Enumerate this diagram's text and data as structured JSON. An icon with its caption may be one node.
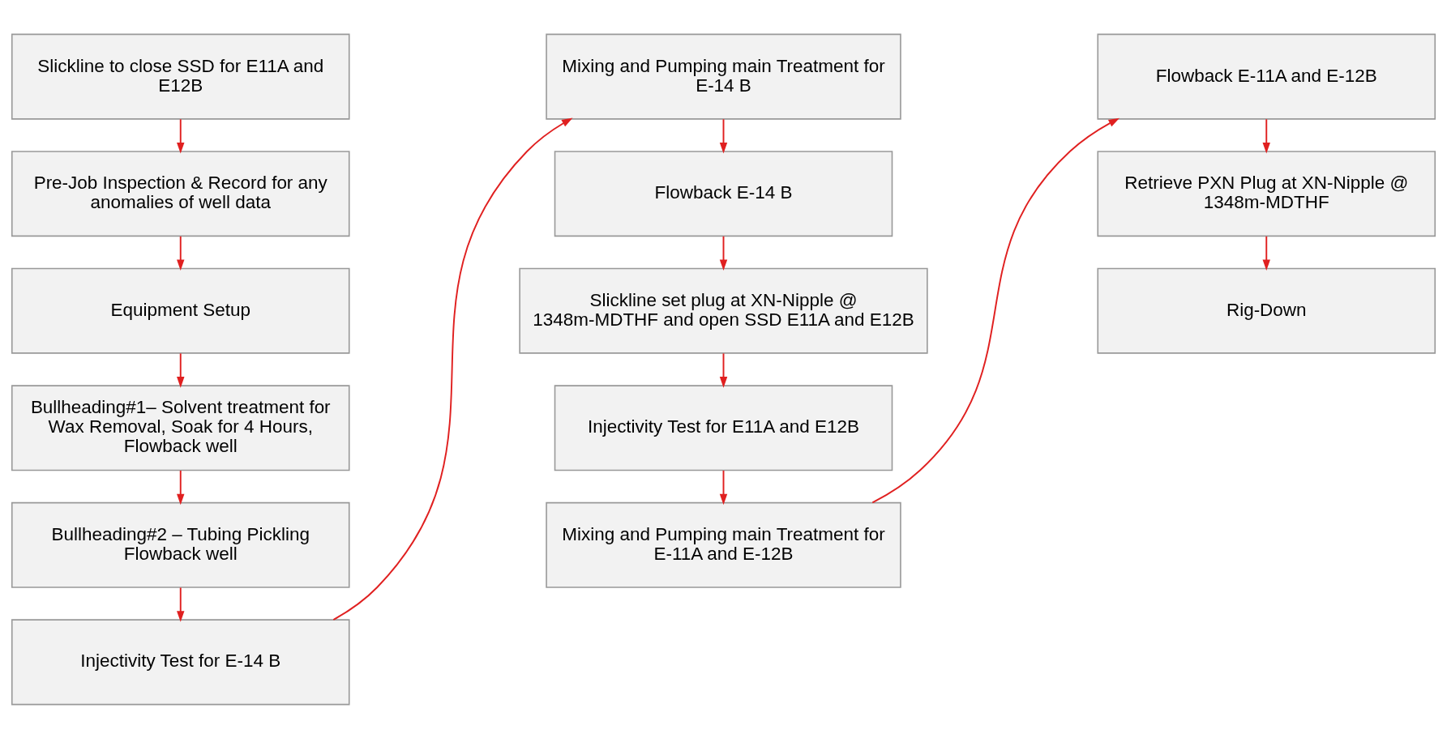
{
  "diagram": {
    "nodes": [
      {
        "text": [
          "Slickline to close SSD for E11A and E12B"
        ]
      },
      {
        "text": [
          "Pre-Job Inspection & Record for any anomalies of well data"
        ]
      },
      {
        "text": [
          "Equipment Setup"
        ]
      },
      {
        "text": [
          "Bullheading#1– Solvent treatment for Wax Removal, Soak for 4 Hours, Flowback well"
        ]
      },
      {
        "text": [
          "Bullheading#2 – Tubing Pickling Flowback well"
        ]
      },
      {
        "text": [
          "Injectivity Test for E-14 B"
        ]
      },
      {
        "text": [
          "Mixing and Pumping main Treatment for E-14 B"
        ]
      },
      {
        "text": [
          "Flowback E-14 B"
        ]
      },
      {
        "text": [
          "Slickline set plug at XN-Nipple @ 1348m-MDTHF and open SSD E11A and E12B"
        ]
      },
      {
        "text": [
          "Injectivity Test for E11A and E12B"
        ]
      },
      {
        "text": [
          "Mixing and Pumping main Treatment for E-11A and E-12B"
        ]
      },
      {
        "text": [
          "Flowback E-11A and E-12B"
        ]
      },
      {
        "text": [
          "Retrieve PXN Plug at XN-Nipple @ 1348m-MDTHF"
        ]
      },
      {
        "text": [
          "Rig-Down"
        ]
      }
    ],
    "edges": [
      {
        "from": 0,
        "to": 1,
        "arrow": "to"
      },
      {
        "from": 1,
        "to": 2,
        "arrow": "to"
      },
      {
        "from": 2,
        "to": 3,
        "arrow": "to"
      },
      {
        "from": 3,
        "to": 4,
        "arrow": "to"
      },
      {
        "from": 4,
        "to": 5,
        "arrow": "to"
      },
      {
        "from": 5,
        "to": 6,
        "arrow": "to"
      },
      {
        "from": 6,
        "to": 7,
        "arrow": "to"
      },
      {
        "from": 7,
        "to": 8,
        "arrow": "to"
      },
      {
        "from": 8,
        "to": 9,
        "arrow": "to"
      },
      {
        "from": 9,
        "to": 10,
        "arrow": "to"
      },
      {
        "from": 10,
        "to": 11,
        "arrow": "to"
      },
      {
        "from": 11,
        "to": 12,
        "arrow": "to"
      },
      {
        "from": 12,
        "to": 13,
        "arrow": "to"
      }
    ]
  }
}
